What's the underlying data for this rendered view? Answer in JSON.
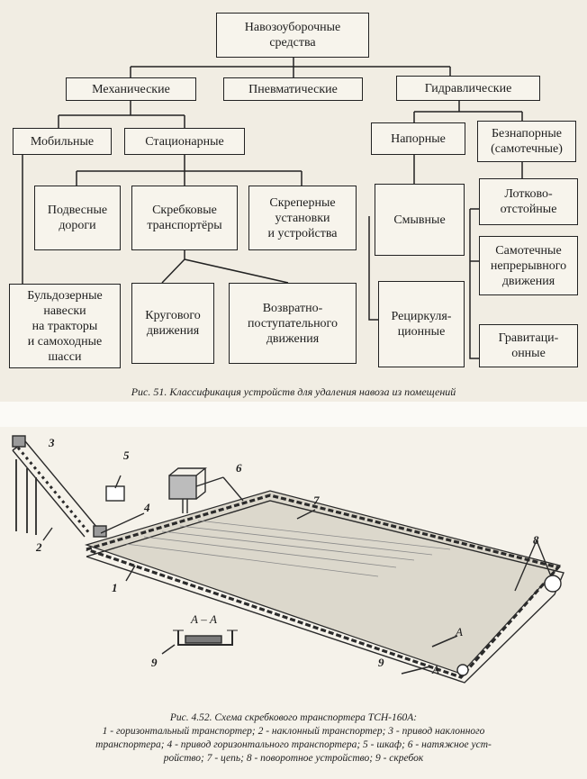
{
  "diagram": {
    "root": "Навозоуборочные\nсредства",
    "mechanical": "Механические",
    "pneumatic": "Пневматические",
    "hydraulic": "Гидравлические",
    "mobile": "Мобильные",
    "stationary": "Стационарные",
    "pressure": "Напорные",
    "non_pressure": "Безнапорные\n(самотечные)",
    "suspended": "Подвесные\nдороги",
    "scraper": "Скребковые\nтранспортёры",
    "scraper_units": "Скреперные\nустановки\nи устройства",
    "flush": "Смывные",
    "trough": "Лотково-\nотстойные",
    "continuous": "Самотечные\nнепрерывного\nдвижения",
    "bulldozer": "Бульдозерные\nнавески\nна тракторы\nи самоходные\nшасси",
    "circular": "Кругового\nдвижения",
    "reciprocating": "Возвратно-\nпоступательного\nдвижения",
    "recirculating": "Рециркуля-\nционные",
    "gravity": "Гравитаци-\nонные"
  },
  "caption1": "Рис. 51. Классификация устройств для удаления навоза из помещений",
  "figure2": {
    "labels": [
      "1",
      "2",
      "3",
      "4",
      "5",
      "6",
      "7",
      "8",
      "9",
      "9"
    ],
    "section_label": "А – А",
    "arrow_label": "А",
    "caption_title": "Рис. 4.52. Схема скребкового транспортера ТСН-160А:",
    "caption_line2": "1 - горизонтальный транспортер; 2 - наклонный транспортер; 3 - привод наклонного",
    "caption_line3": "транспортера; 4 - привод горизонтального транспортера; 5 - шкаф; 6 - натяжное уст-",
    "caption_line4": "ройство; 7 - цепь; 8 - поворотное устройство; 9 - скребок"
  }
}
